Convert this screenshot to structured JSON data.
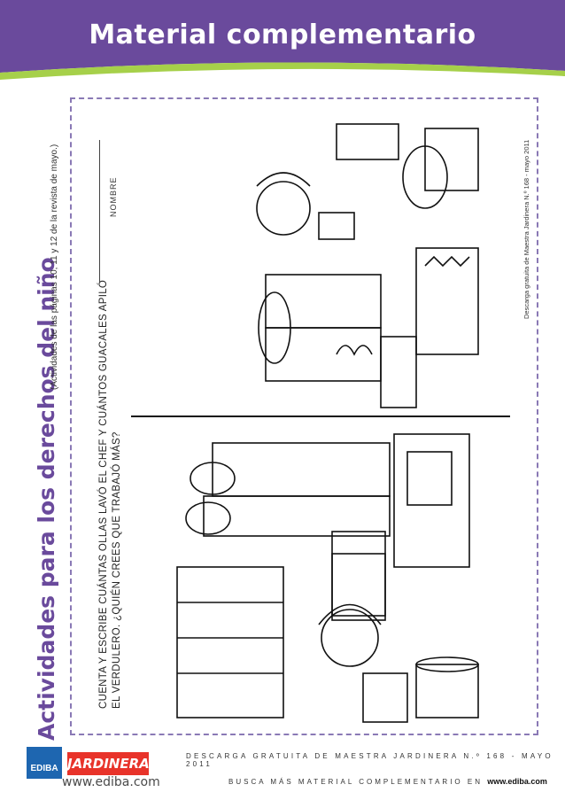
{
  "header": {
    "title": "Material complementario",
    "color": "#6a4a9c"
  },
  "side": {
    "title": "Actividades para los derechos del niño",
    "subtitle": "(Actividades de las páginas 10, 11 y 12 de la revista de mayo.)"
  },
  "instructions": {
    "line1": "CUENTA Y ESCRIBE CUÁNTAS OLLAS LAVÓ EL CHEF Y CUÁNTOS GUACALES APILÓ",
    "line2": "EL VERDULERO. ¿QUIÉN CREES QUE TRABAJÓ MÁS?"
  },
  "nombre_label": "NOMBRE",
  "credit": "Descarga gratuita de Maestra Jardinera N.º 168 - mayo 2011",
  "footer": {
    "line1": "DESCARGA GRATUITA DE MAESTRA JARDINERA N.º 168 - MAYO 2011",
    "line2_prefix": "BUSCA MÁS MATERIAL COMPLEMENTARIO EN",
    "line2_link": "www.ediba.com"
  },
  "logos": {
    "ediba": "EDIBA",
    "jardinera": "JARDINERA",
    "website": "www.ediba.com"
  }
}
